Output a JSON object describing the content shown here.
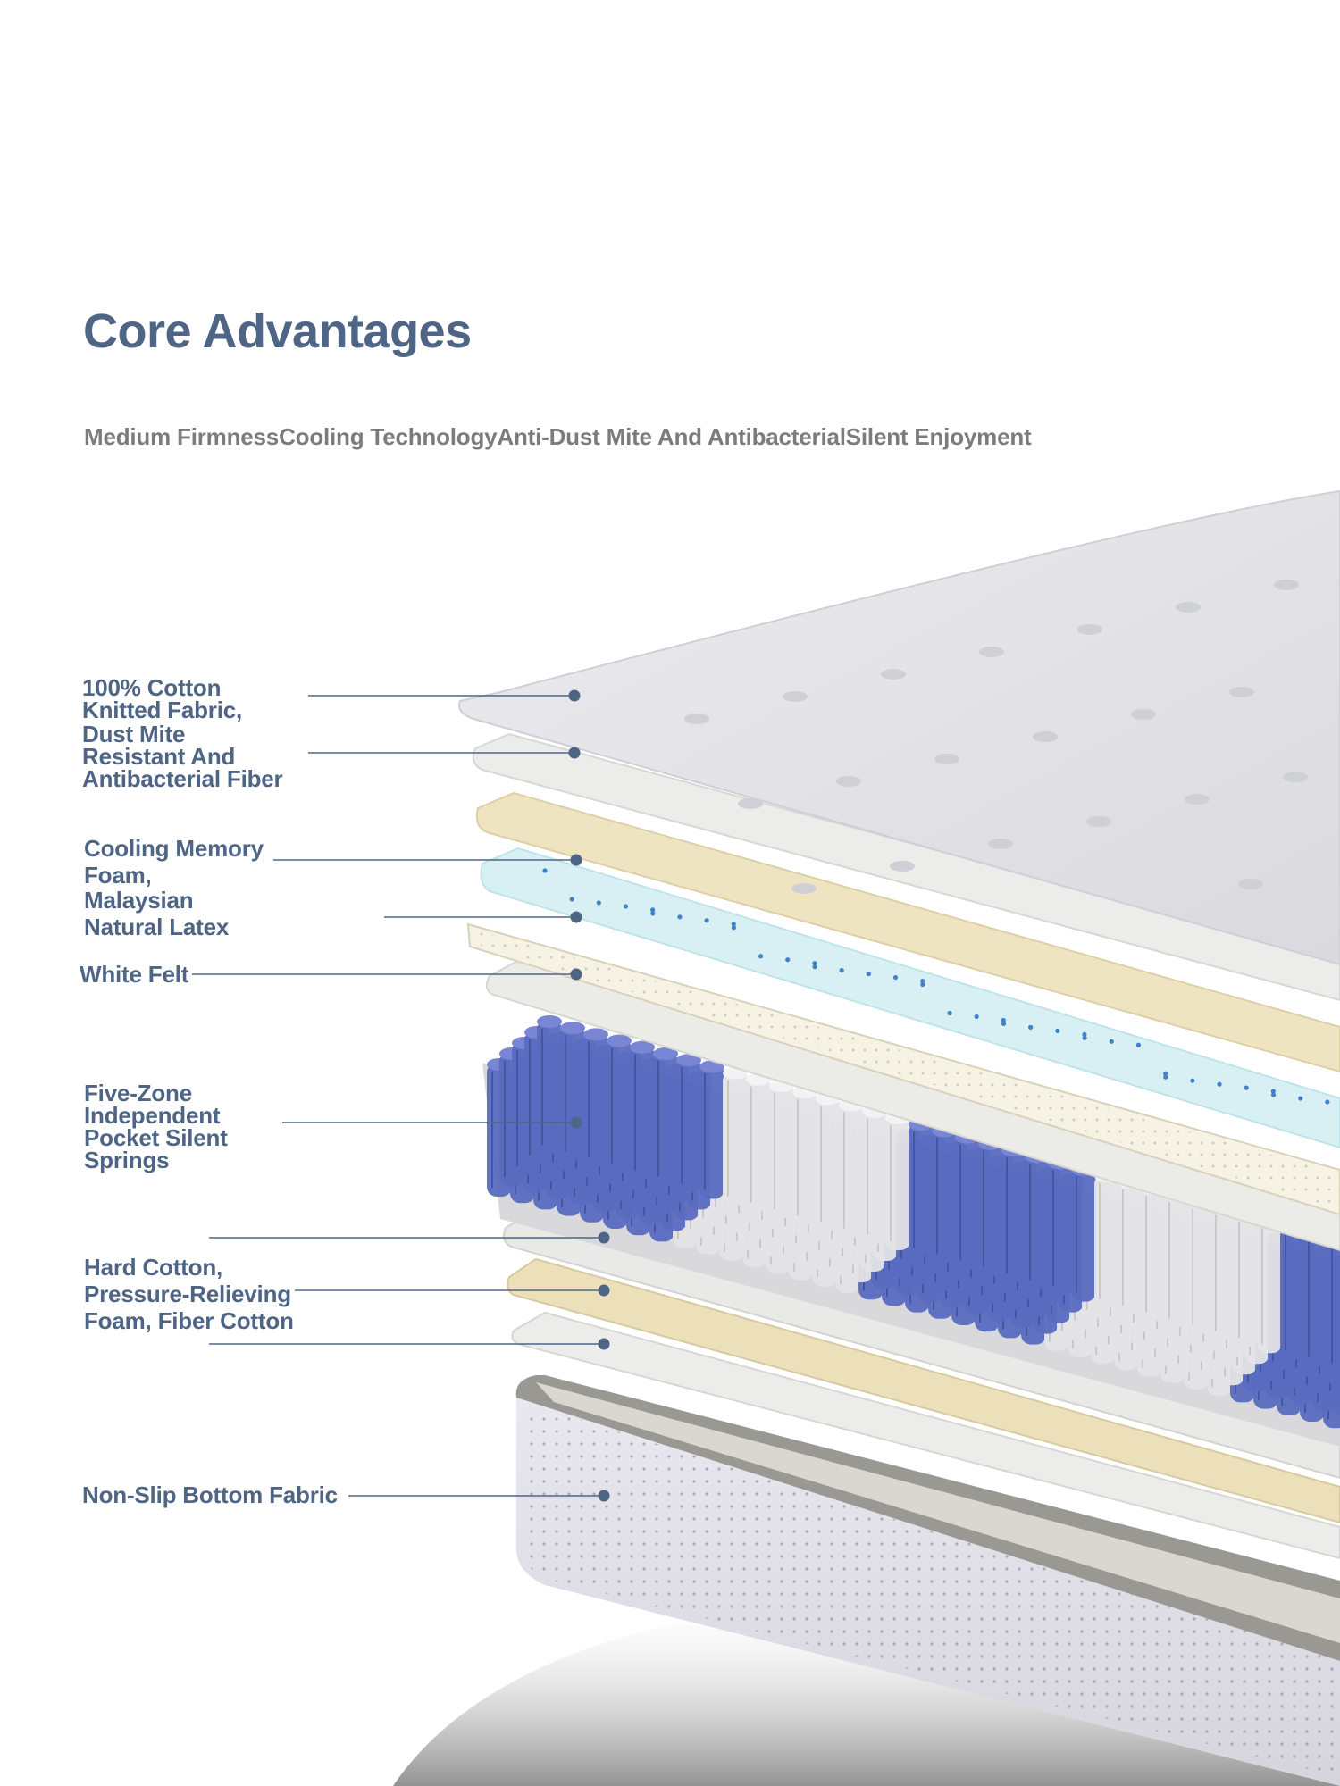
{
  "title": "Core Advantages",
  "features": [
    "Medium Firmness",
    "Cooling Technology",
    "Anti-Dust Mite And Antibacterial",
    "Silent Enjoyment"
  ],
  "callouts": {
    "cotton_fabric": "100% Cotton\nKnitted Fabric,",
    "dust_mite_fiber": "Dust Mite\nResistant And\nAntibacterial Fiber",
    "cooling_foam": "Cooling Memory\nFoam,",
    "latex": "Malaysian\nNatural Latex",
    "white_felt": "White Felt",
    "springs": "Five-Zone\nIndependent\nPocket Silent\nSprings",
    "hard_cotton": "Hard Cotton,\nPressure-Relieving\nFoam, Fiber Cotton",
    "bottom_fabric": "Non-Slip Bottom Fabric"
  },
  "colors": {
    "heading": "#4e6585",
    "feature_text": "#7c7c7c",
    "leader_line": "#4e6585",
    "spring_blue": "#5a6cc0",
    "spring_white": "#e4e4e6",
    "cooling_gel": "#d6f0f4",
    "foam_cream": "#efe3bf",
    "top_fabric": "#e1e1e5"
  }
}
